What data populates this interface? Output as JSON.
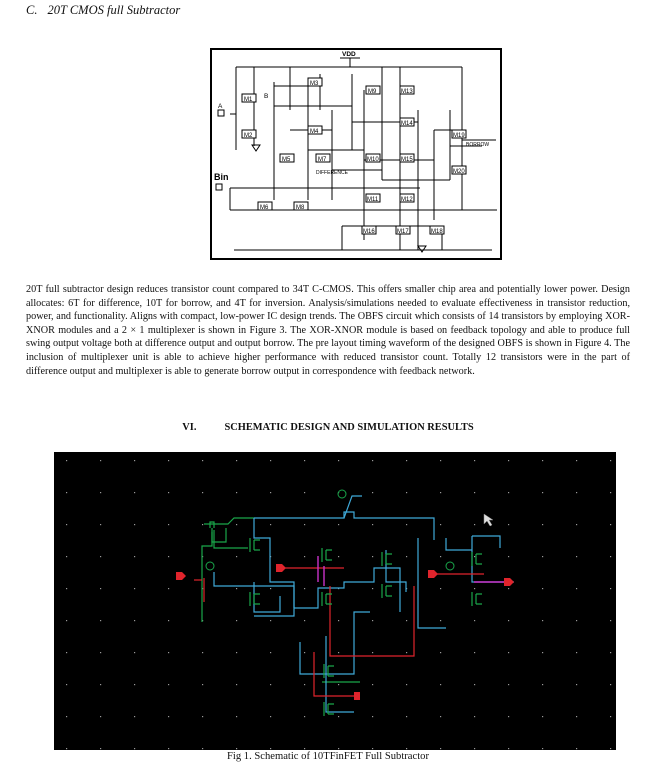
{
  "section": {
    "number": "C.",
    "title": "20T CMOS full Subtractor"
  },
  "figure_top": {
    "vdd": "VDD",
    "in_a": "A",
    "in_b": "B",
    "in_bin": "Bin",
    "out_diff": "DIFFERENCE",
    "out_borrow": "BORROW",
    "transistors": [
      "M1",
      "M2",
      "M3",
      "M4",
      "M5",
      "M6",
      "M7",
      "M8",
      "M9",
      "M10",
      "M11",
      "M12",
      "M13",
      "M14",
      "M15",
      "M16",
      "M17",
      "M18",
      "M19",
      "M20"
    ]
  },
  "paragraph": "20T full subtractor design reduces transistor count compared to 34T C-CMOS. This offers smaller chip area and potentially lower power. Design allocates: 6T for difference, 10T for borrow, and 4T for inversion. Analysis/simulations needed to evaluate effectiveness in transistor reduction, power, and functionality. Aligns with compact, low-power IC design trends. The OBFS circuit which consists of 14 transistors by employing XOR-XNOR modules and a 2 × 1 multiplexer is shown in Figure 3. The XOR-XNOR module is based on feedback topology and able to produce full swing output voltage both at difference output and output borrow. The pre layout timing waveform of the designed OBFS is shown in Figure 4. The inclusion of multiplexer unit is able to achieve higher performance with reduced transistor count. Totally 12 transistors were in the part of difference output and multiplexer is able to generate borrow output in correspondence with feedback network.",
  "section_vi": {
    "number": "VI.",
    "title": "SCHEMATIC DESIGN AND SIMULATION RESULTS"
  },
  "figure_bottom": {
    "colors": {
      "background": "#000000",
      "wire": "#3fa9d8",
      "green": "#19a64a",
      "red": "#e0242c",
      "magenta": "#c832c8",
      "dot": "#9a9a9a"
    }
  },
  "caption": "Fig 1.  Schematic of 10TFinFET Full Subtractor"
}
